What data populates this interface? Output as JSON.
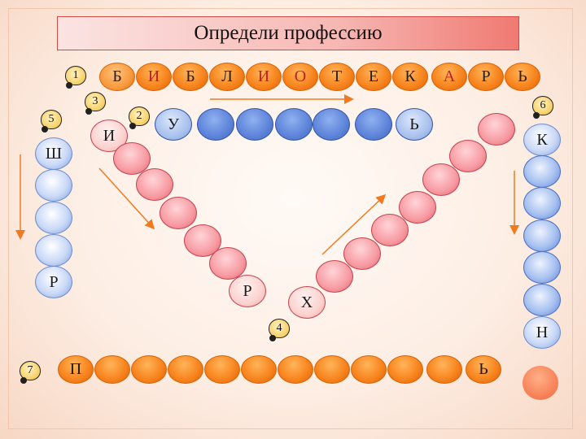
{
  "title": "Определи профессию",
  "rows": {
    "row1": {
      "number": "1",
      "letters": [
        "Б",
        "И",
        "Б",
        "Л",
        "И",
        "О",
        "Т",
        "Е",
        "К",
        "А",
        "Р",
        "Ь"
      ]
    },
    "row2": {
      "number": "2",
      "letters": [
        "У",
        "",
        "",
        "",
        "",
        "",
        "Ь"
      ]
    },
    "row3": {
      "number": "3",
      "letters": [
        "И",
        "",
        "",
        "",
        "",
        "",
        "",
        "Р"
      ]
    },
    "row4": {
      "number": "4",
      "letters": [
        "Х",
        "",
        "",
        "",
        "",
        "",
        "",
        "",
        ""
      ]
    },
    "row5": {
      "number": "5",
      "letters": [
        "Ш",
        "",
        "",
        "",
        "Р"
      ]
    },
    "row6": {
      "number": "6",
      "letters": [
        "К",
        "",
        "",
        "",
        "",
        "",
        "",
        "Н"
      ]
    },
    "row7": {
      "number": "7",
      "letters": [
        "П",
        "",
        "",
        "",
        "",
        "",
        "",
        "",
        "",
        "",
        "",
        "Ь"
      ]
    }
  },
  "colors": {
    "accent_red": "#c0202a",
    "orange": "#f88620",
    "blue": "#5d83d9",
    "pink": "#f79aa2",
    "arrow": "#f07a20"
  }
}
